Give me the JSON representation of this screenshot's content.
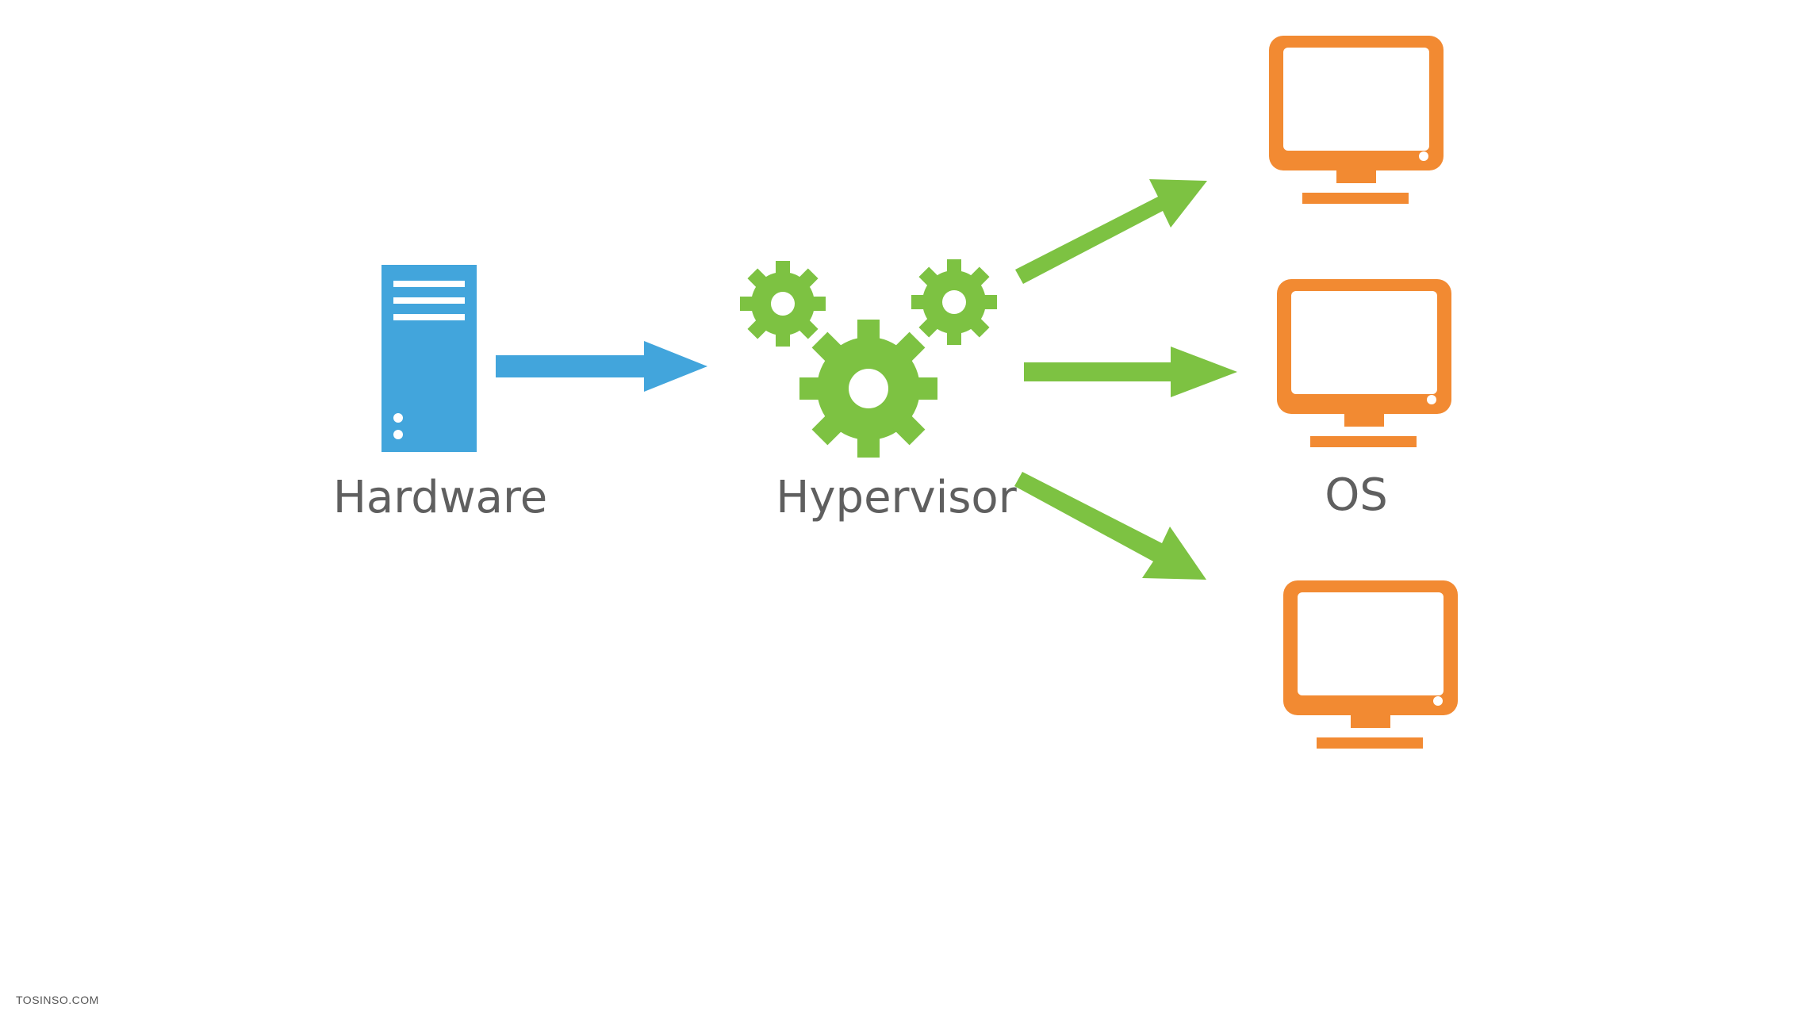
{
  "nodes": {
    "hardware": {
      "label": "Hardware",
      "icon": "server-icon",
      "color": "#42a5dc"
    },
    "hypervisor": {
      "label": "Hypervisor",
      "icon": "gears-icon",
      "color": "#7dc242"
    },
    "os": {
      "label": "OS",
      "icon": "monitor-icon",
      "color": "#f28a32",
      "count": 3
    }
  },
  "edges": [
    {
      "from": "hardware",
      "to": "hypervisor",
      "color": "#42a5dc"
    },
    {
      "from": "hypervisor",
      "to": "os-top",
      "color": "#7dc242"
    },
    {
      "from": "hypervisor",
      "to": "os-middle",
      "color": "#7dc242"
    },
    {
      "from": "hypervisor",
      "to": "os-bottom",
      "color": "#7dc242"
    }
  ],
  "watermark": "TOSINSO.COM"
}
